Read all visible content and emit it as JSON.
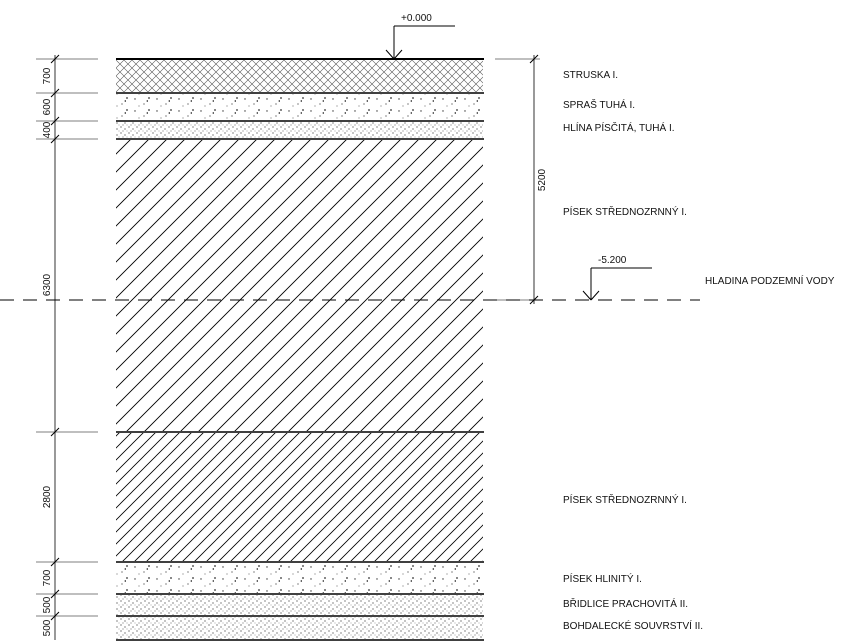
{
  "levels": {
    "top": "+0.000",
    "water": "-5.200",
    "water_label": "HLADINA PODZEMNÍ VODY"
  },
  "dimensions": {
    "l1": "700",
    "l2": "600",
    "l3": "400",
    "l4": "6300",
    "l5": "2800",
    "l6": "700",
    "l7": "500",
    "l8": "500",
    "water_depth": "5200"
  },
  "layers": [
    {
      "label": "STRUSKA I.",
      "hatch": "crosshatch"
    },
    {
      "label": "SPRAŠ TUHÁ I.",
      "hatch": "dots-sparse"
    },
    {
      "label": "HLÍNA PÍSČITÁ, TUHÁ I.",
      "hatch": "dots-dense"
    },
    {
      "label": "PÍSEK STŘEDNOZRNNÝ I.",
      "hatch": "diagonal-wide"
    },
    {
      "label": "PÍSEK STŘEDNOZRNNÝ I.",
      "hatch": "diagonal-fine"
    },
    {
      "label": "PÍSEK HLINITÝ I.",
      "hatch": "dots-sparse"
    },
    {
      "label": "BŘIDLICE PRACHOVITÁ II.",
      "hatch": "dots-dense"
    },
    {
      "label": "BOHDALECKÉ SOUVRSTVÍ II.",
      "hatch": "dots-dense"
    }
  ]
}
